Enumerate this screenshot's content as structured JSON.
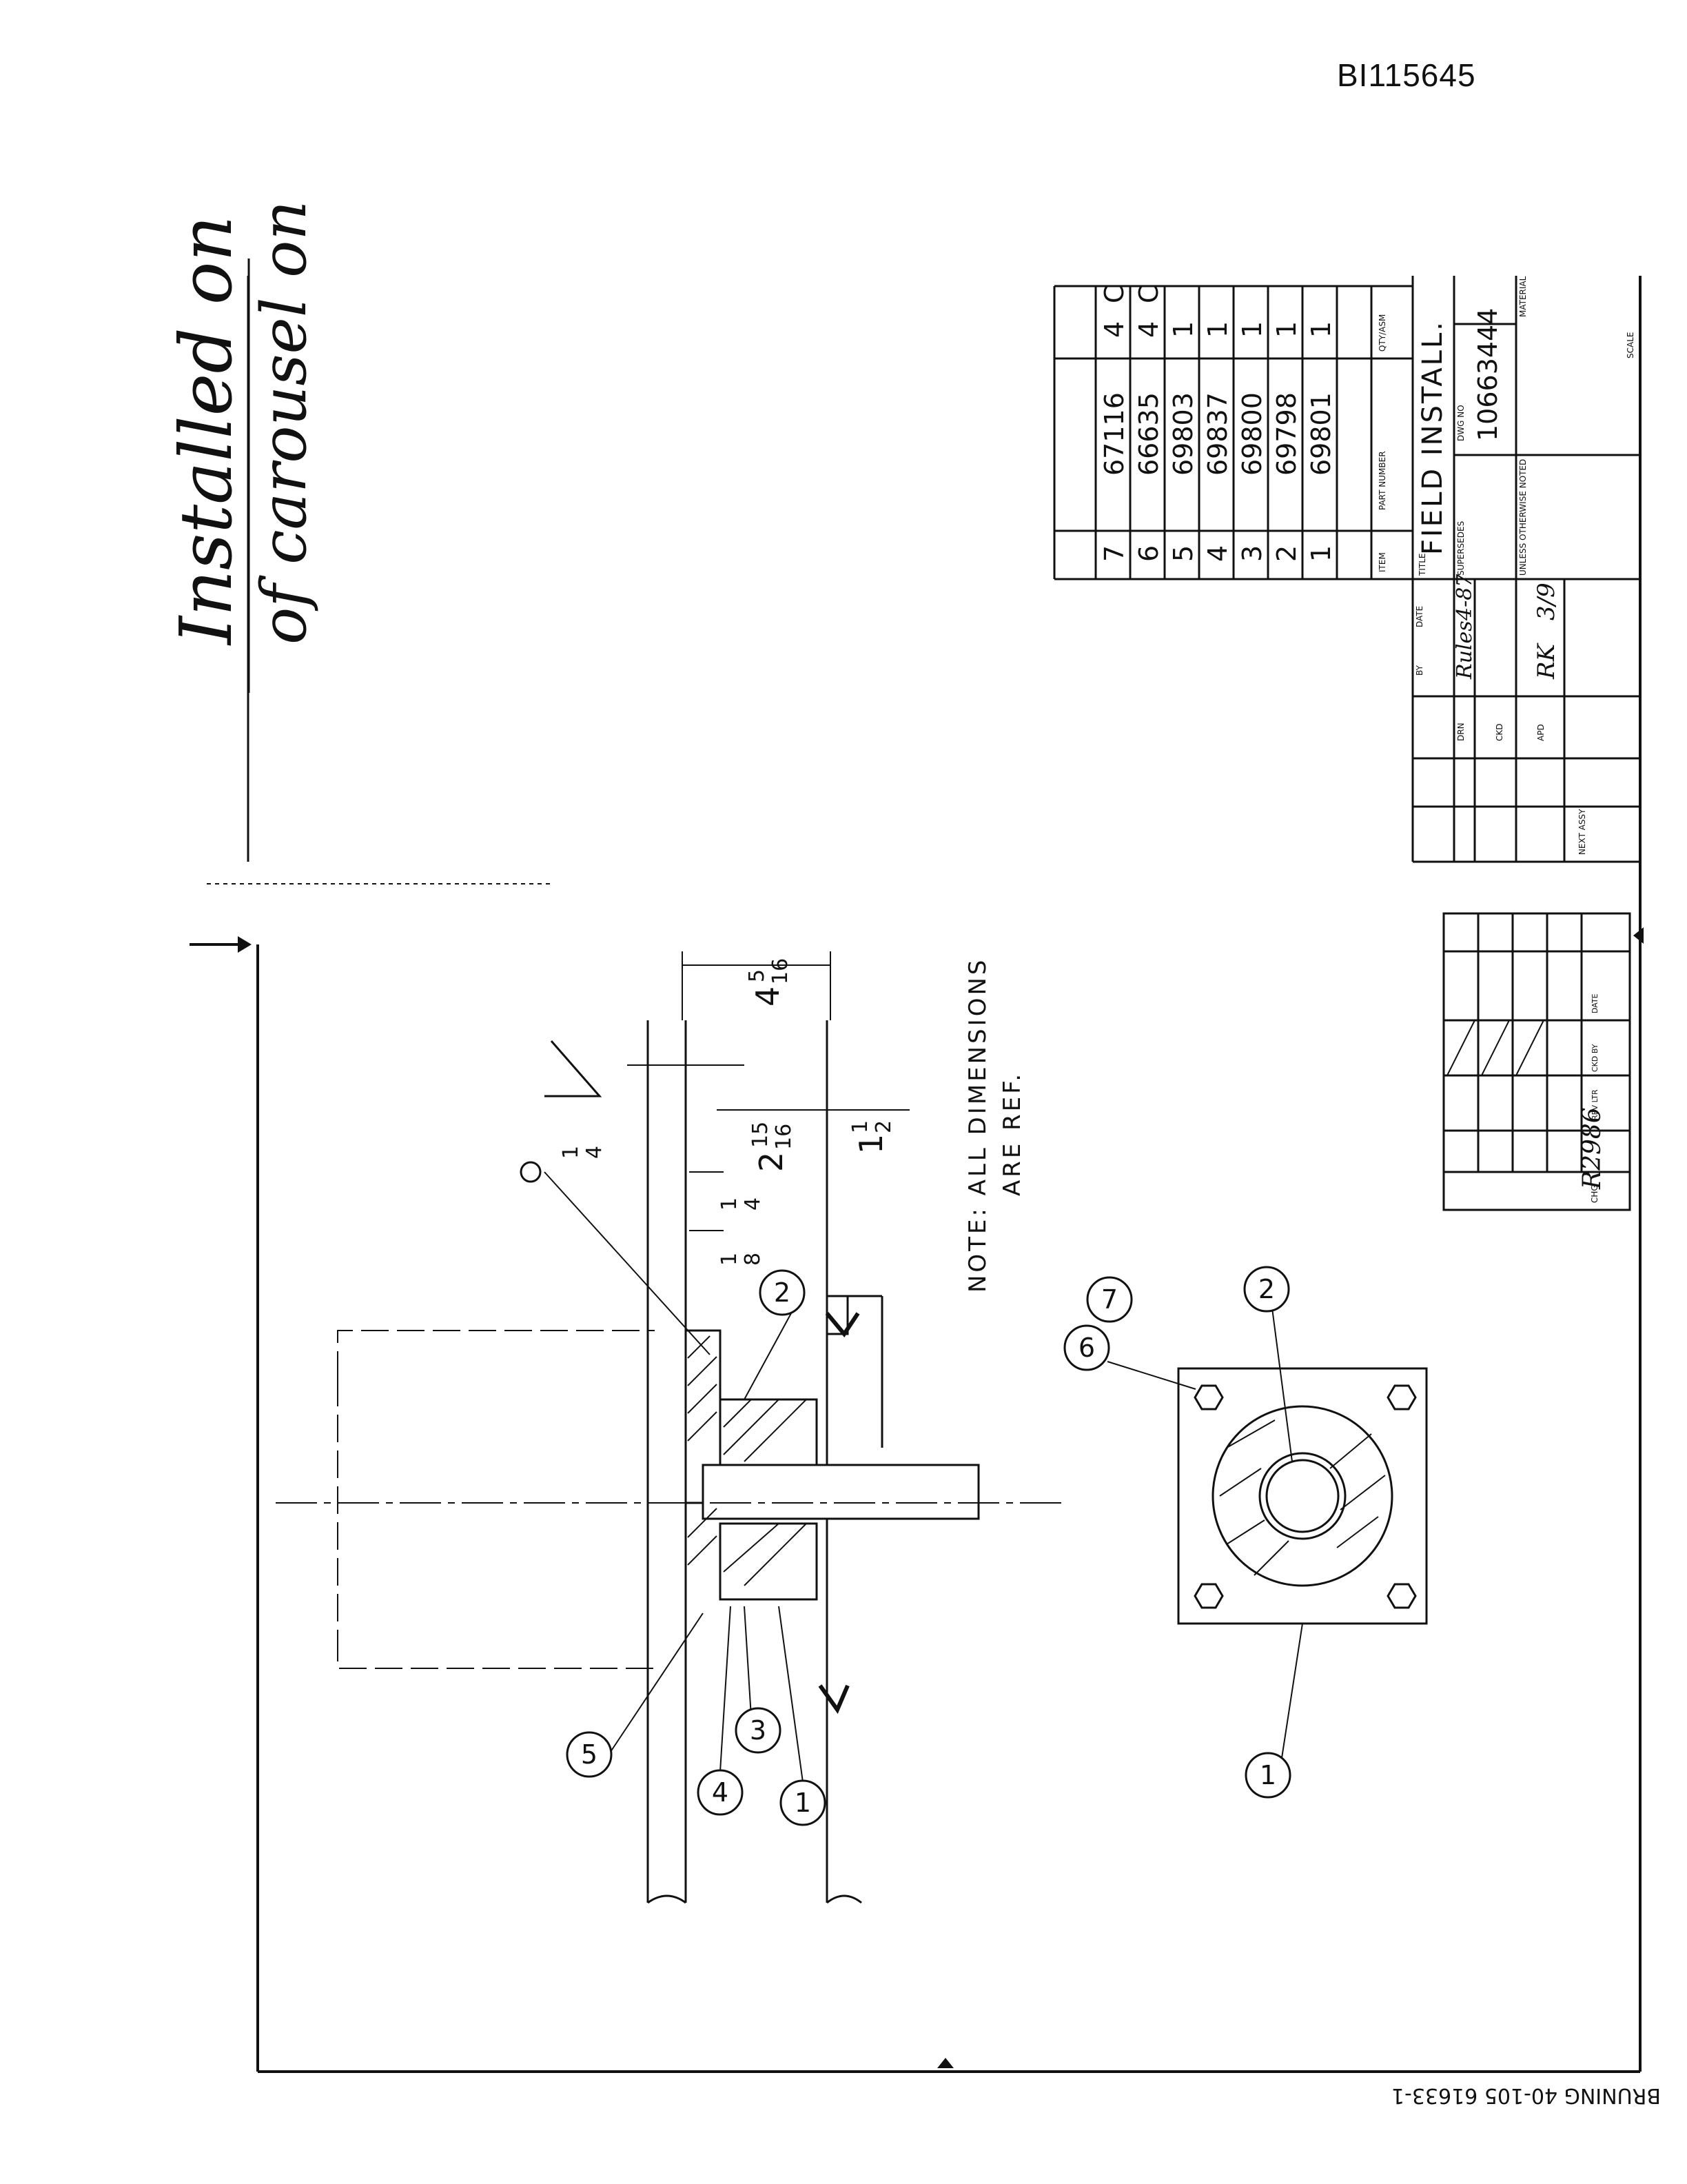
{
  "document_id": "BI115645",
  "handwritten_note": {
    "line1": "Installed on",
    "line2": "of carousel on"
  },
  "note": {
    "line1": "NOTE: ALL DIMENSIONS",
    "line2": "ARE REF."
  },
  "dimensions": {
    "dim_4_5_16": {
      "whole": "4",
      "num": "5",
      "den": "16"
    },
    "dim_2_15_16": {
      "whole": "2",
      "num": "15",
      "den": "16"
    },
    "dim_1_1_2": {
      "whole": "1",
      "num": "1",
      "den": "2"
    },
    "dim_1_4": {
      "num": "1",
      "den": "4"
    },
    "dim_1_8": {
      "num": "1",
      "den": "8"
    },
    "weld_1_4": {
      "num": "1",
      "den": "4"
    }
  },
  "balloons": [
    "1",
    "2",
    "3",
    "4",
    "5",
    "6",
    "7"
  ],
  "parts_list": {
    "rows": [
      {
        "item": "7",
        "part": "67116",
        "qty": "4",
        "desc": "C"
      },
      {
        "item": "6",
        "part": "66635",
        "qty": "4",
        "desc": "C"
      },
      {
        "item": "5",
        "part": "69803",
        "qty": "1",
        "desc": ""
      },
      {
        "item": "4",
        "part": "69837",
        "qty": "1",
        "desc": ""
      },
      {
        "item": "3",
        "part": "69800",
        "qty": "1",
        "desc": ""
      },
      {
        "item": "2",
        "part": "69798",
        "qty": "1",
        "desc": ""
      },
      {
        "item": "1",
        "part": "69801",
        "qty": "1",
        "desc": ""
      }
    ],
    "headers": {
      "item": "ITEM",
      "part": "PART NUMBER",
      "qty": "QTY/ASM"
    }
  },
  "title_block": {
    "title_label": "TITLE",
    "title": "FIELD INSTALL.",
    "drawing_no": "10663444",
    "supersedes": "SUPERSEDES",
    "dwg_no_label": "DWG NO",
    "tolerance_label": "UNLESS OTHERWISE NOTED",
    "drn_label": "DRN",
    "ckd_label": "CKD",
    "apd_label": "APD",
    "date_label": "DATE",
    "by_label": "BY",
    "drn_by": "Rules",
    "drn_date": "4-87",
    "apd_by": "RK",
    "apd_date": "3/9",
    "next_assy": "NEXT ASSY",
    "scale_label": "SCALE",
    "material_label": "MATERIAL"
  },
  "revision_block": {
    "chg_label": "CHG",
    "chg_no": "R2986",
    "rev_ltr": "REV LTR",
    "ckd_by": "CKD BY",
    "date": "DATE"
  },
  "footer": "BRUNING 40-105 61633-1"
}
